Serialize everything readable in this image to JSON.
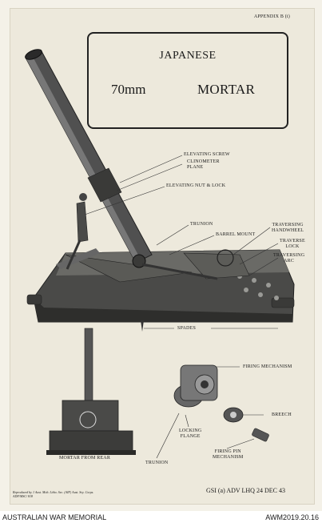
{
  "appendix": "APPENDIX B (i)",
  "title": {
    "line1": "JAPANESE",
    "caliber": "70mm",
    "weapon": "MORTAR"
  },
  "labels": {
    "elevating_screw": "ELEVATING SCREW",
    "clinometer_plane": "CLINOMETER\nPLANE",
    "elevating_nut_lock": "ELEVATING NUT & LOCK",
    "trunion_main": "TRUNION",
    "barrel_mount": "BARREL MOUNT",
    "traversing_handwheel": "TRAVERSING\nHANDWHEEL",
    "traverse_lock": "TRAVERSE\nLOCK",
    "traversing_arc": "TRAVERSING\nARC",
    "spades": "SPADES",
    "firing_mechanism": "FIRING MECHANISM",
    "breech": "BREECH",
    "firing_pin_mechanism": "FIRING PIN\nMECHANISM",
    "locking_flange": "LOCKING\nFLANGE",
    "trunion_detail": "TRUNION",
    "mortar_from_rear": "MORTAR FROM REAR"
  },
  "footer": {
    "reproduced": "Reproduced by 1 Aust. Mob. Litho. Sec. (AIF) Aust. Svy. Corps.",
    "ref": "ADF/MSC/ 818",
    "gsi": "GSI (a) ADV LHQ 24 DEC 43"
  },
  "credit_bar": {
    "left": "AUSTRALIAN WAR MEMORIAL",
    "right": "AWM2019.20.16"
  }
}
